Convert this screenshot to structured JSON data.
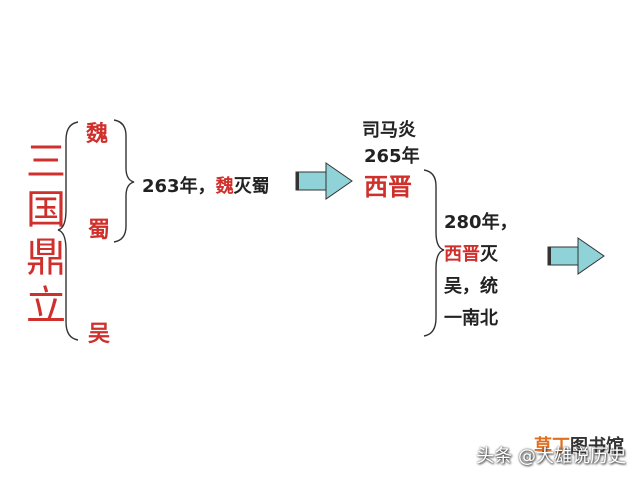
{
  "title": "三国鼎立",
  "states": [
    "魏",
    "蜀",
    "吴"
  ],
  "event1": {
    "year": "263年，",
    "actor": "魏",
    "action": "灭蜀"
  },
  "jin": {
    "founder": "司马炎",
    "year": "265年",
    "name": "西晋"
  },
  "event2": {
    "year": "280年，",
    "actor": "西晋",
    "action": "灭",
    "line2": "吴，统",
    "line3": "一南北"
  },
  "watermark": "头条 @大雄说历史",
  "site": {
    "part1": "草丁",
    "part2": "图书馆"
  },
  "colors": {
    "red": "#d0302c",
    "arrow": "#8fd3d9"
  }
}
